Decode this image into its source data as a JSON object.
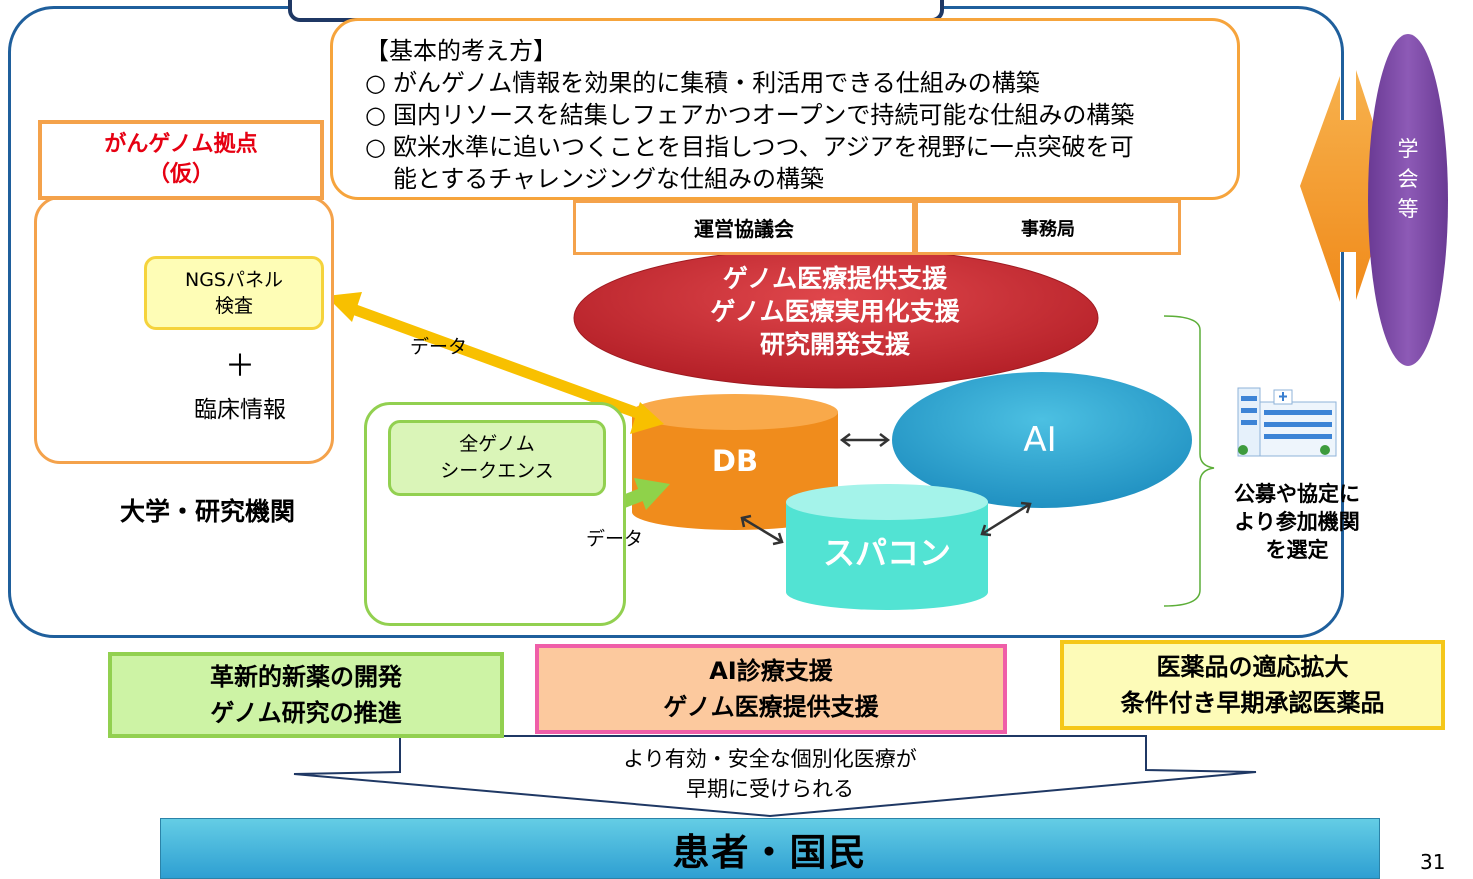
{
  "principles": {
    "heading": "【基本的考え方】",
    "items": [
      {
        "mark": "○",
        "text": "がんゲノム情報を効果的に集積・利活用できる仕組みの構築"
      },
      {
        "mark": "○",
        "text": "国内リソースを結集しフェアかつオープンで持続可能な仕組みの構築"
      },
      {
        "mark": "○",
        "text": "欧米水準に追いつくことを目指しつつ、アジアを視野に一点突破を可\n能とするチャレンジングな仕組みの構築"
      }
    ]
  },
  "hub": {
    "title": "がんゲノム拠点\n（仮）",
    "ngs": "NGSパネル\n検査",
    "plus": "＋",
    "clinical": "臨床情報"
  },
  "university": {
    "wgs": "全ゲノム\nシークエンス",
    "label": "大学・研究機関"
  },
  "data_labels": {
    "hub_to_db": "データ",
    "univ_to_db": "データ"
  },
  "governance": {
    "council": "運営協議会",
    "secretariat": "事務局"
  },
  "support_ellipse": "ゲノム医療提供支援\nゲノム医療実用化支援\n研究開発支援",
  "nodes": {
    "db": "DB",
    "ai": "AI",
    "supercomputer": "スパコン"
  },
  "participants": "公募や協定に\nより参加機関\nを選定",
  "academic": "学\n会\n等",
  "outcomes": {
    "drug_dev": "革新的新薬の開発\nゲノム研究の推進",
    "ai_diag": "AI診療支援\nゲノム医療提供支援",
    "approval": "医薬品の適応拡大\n条件付き早期承認医薬品"
  },
  "effect": "より有効・安全な個別化医療が\n早期に受けられる",
  "patient": "患者・国民",
  "page_number": "31",
  "colors": {
    "frame": "#1f5f9c",
    "orange_border": "#f4a24b",
    "ellipse_red": "#c8242b",
    "db_orange": "#f39121",
    "ai_blue": "#2aa6d0",
    "supercom_cyan": "#5fe8d6",
    "arrow_yellow": "#f8c000",
    "arrow_green": "#8fd24a",
    "gakkai_purple": "#7a44a0"
  }
}
